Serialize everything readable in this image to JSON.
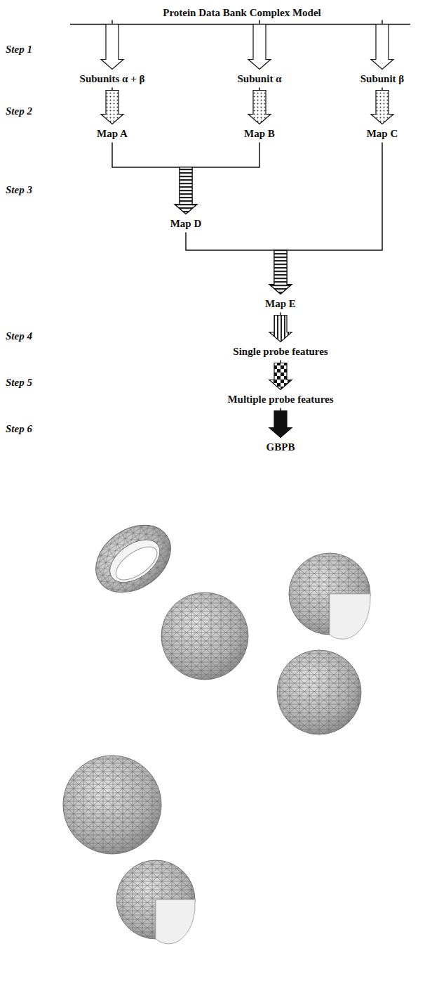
{
  "diagram": {
    "nodes": [
      {
        "text": [
          "Protein Data Bank Complex Model"
        ]
      },
      {
        "text": [
          "Subunits α + β"
        ]
      },
      {
        "text": [
          "Subunit α"
        ]
      },
      {
        "text": [
          "Subunit β"
        ]
      },
      {
        "text": [
          "Map A"
        ]
      },
      {
        "text": [
          "Map B"
        ]
      },
      {
        "text": [
          "Map C"
        ]
      },
      {
        "text": [
          "Map D"
        ]
      },
      {
        "text": [
          "Map E"
        ]
      },
      {
        "text": [
          "Single probe features"
        ]
      },
      {
        "text": [
          "Multiple probe features"
        ]
      },
      {
        "text": [
          "GBPB"
        ]
      }
    ],
    "edges": [
      {
        "from": 0,
        "to": 1,
        "arrow": "to"
      },
      {
        "from": 0,
        "to": 2,
        "arrow": "to"
      },
      {
        "from": 0,
        "to": 3,
        "arrow": "to"
      },
      {
        "from": 1,
        "to": 4,
        "arrow": "to"
      },
      {
        "from": 2,
        "to": 5,
        "arrow": "to"
      },
      {
        "from": 3,
        "to": 6,
        "arrow": "to"
      },
      {
        "from": 4,
        "to": 7,
        "arrow": "to"
      },
      {
        "from": 5,
        "to": 7,
        "arrow": "to"
      },
      {
        "from": 7,
        "to": 8,
        "arrow": "to"
      },
      {
        "from": 6,
        "to": 8,
        "arrow": "to"
      },
      {
        "from": 8,
        "to": 9,
        "arrow": "to"
      },
      {
        "from": 9,
        "to": 10,
        "arrow": "to"
      },
      {
        "from": 10,
        "to": 11,
        "arrow": "to"
      }
    ],
    "labels": [
      "Step 1",
      "Step 2",
      "Step 3",
      "Step 4",
      "Step 5",
      "Step 6"
    ]
  }
}
